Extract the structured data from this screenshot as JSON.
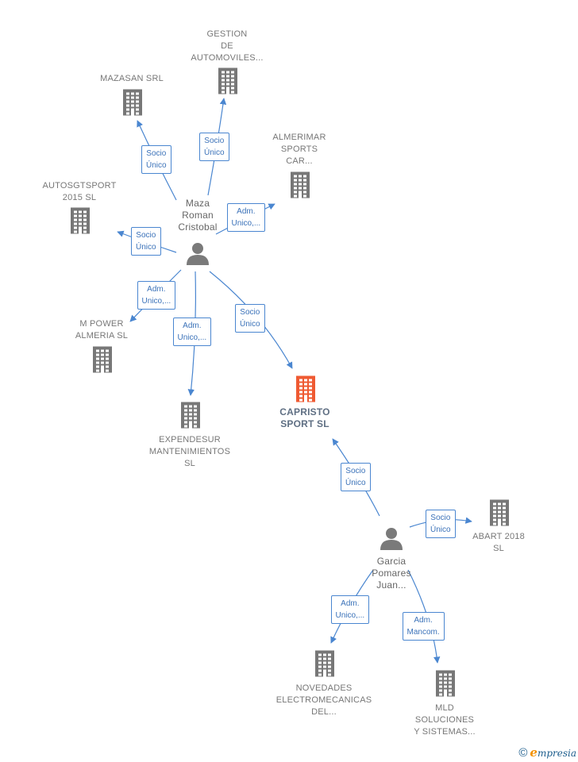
{
  "colors": {
    "edge": "#4a86d0",
    "company": "#777777",
    "main_company": "#ef5a32",
    "person": "#7a7a7a"
  },
  "nodes": [
    {
      "id": "maza",
      "type": "person",
      "label": "Maza\nRoman\nCristobal",
      "icon": "person-icon"
    },
    {
      "id": "garcia",
      "type": "person",
      "label": "Garcia\nPomares\nJuan...",
      "icon": "person-icon"
    },
    {
      "id": "gestion",
      "type": "company",
      "label": "GESTION\nDE\nAUTOMOVILES...",
      "icon": "building-icon"
    },
    {
      "id": "mazasan",
      "type": "company",
      "label": "MAZASAN SRL",
      "icon": "building-icon"
    },
    {
      "id": "almerimar",
      "type": "company",
      "label": "ALMERIMAR\nSPORTS\nCAR...",
      "icon": "building-icon"
    },
    {
      "id": "autosgt",
      "type": "company",
      "label": "AUTOSGTSPORT\n2015  SL",
      "icon": "building-icon"
    },
    {
      "id": "mpower",
      "type": "company",
      "label": "M POWER\nALMERIA  SL",
      "icon": "building-icon"
    },
    {
      "id": "expendesur",
      "type": "company",
      "label": "EXPENDESUR\nMANTENIMIENTOS\nSL",
      "icon": "building-icon"
    },
    {
      "id": "capristo",
      "type": "main",
      "label": "CAPRISTO\nSPORT  SL",
      "icon": "building-icon"
    },
    {
      "id": "abart",
      "type": "company",
      "label": "ABART 2018\nSL",
      "icon": "building-icon"
    },
    {
      "id": "novedades",
      "type": "company",
      "label": "NOVEDADES\nELECTROMECANICAS\nDEL...",
      "icon": "building-icon"
    },
    {
      "id": "mld",
      "type": "company",
      "label": "MLD\nSOLUCIONES\nY SISTEMAS...",
      "icon": "building-icon"
    }
  ],
  "edges": [
    {
      "from": "maza",
      "to": "mazasan",
      "label": "Socio\nÚnico"
    },
    {
      "from": "maza",
      "to": "gestion",
      "label": "Socio\nÚnico"
    },
    {
      "from": "maza",
      "to": "almerimar",
      "label": "Adm.\nUnico,..."
    },
    {
      "from": "maza",
      "to": "autosgt",
      "label": "Socio\nÚnico"
    },
    {
      "from": "maza",
      "to": "mpower",
      "label": "Adm.\nUnico,..."
    },
    {
      "from": "maza",
      "to": "expendesur",
      "label": "Adm.\nUnico,..."
    },
    {
      "from": "maza",
      "to": "capristo",
      "label": "Socio\nÚnico"
    },
    {
      "from": "garcia",
      "to": "capristo",
      "label": "Socio\nÚnico"
    },
    {
      "from": "garcia",
      "to": "abart",
      "label": "Socio\nÚnico"
    },
    {
      "from": "garcia",
      "to": "novedades",
      "label": "Adm.\nUnico,..."
    },
    {
      "from": "garcia",
      "to": "mld",
      "label": "Adm.\nMancom."
    }
  ],
  "footer": {
    "copyright": "©",
    "brand_initial": "e",
    "brand_rest": "mpresia"
  }
}
